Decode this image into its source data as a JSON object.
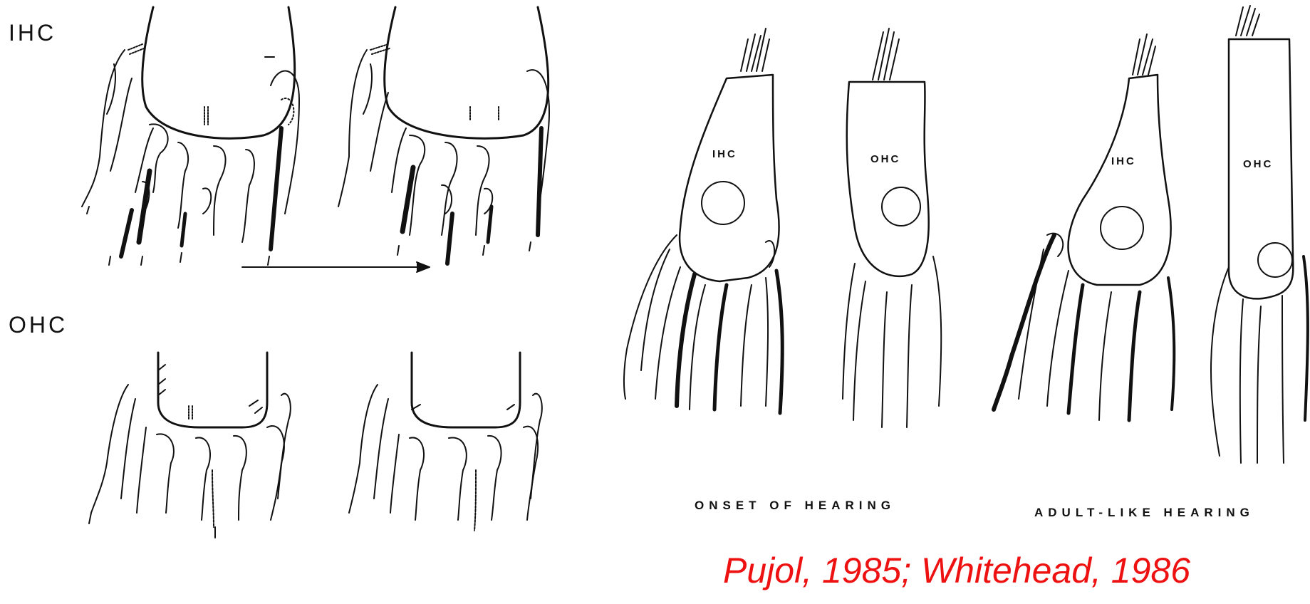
{
  "labels": {
    "ihc_left": "IHC",
    "ohc_left": "OHC",
    "cell1_ihc": "IHC",
    "cell1_ohc": "OHC",
    "cell2_ihc": "IHC",
    "cell2_ohc": "OHC",
    "caption_onset": "ONSET OF HEARING",
    "caption_adult": "ADULT-LIKE HEARING"
  },
  "citation": "Pujol, 1985; Whitehead, 1986",
  "colors": {
    "ink": "#111111",
    "citation": "#ee1111",
    "background": "#ffffff"
  }
}
